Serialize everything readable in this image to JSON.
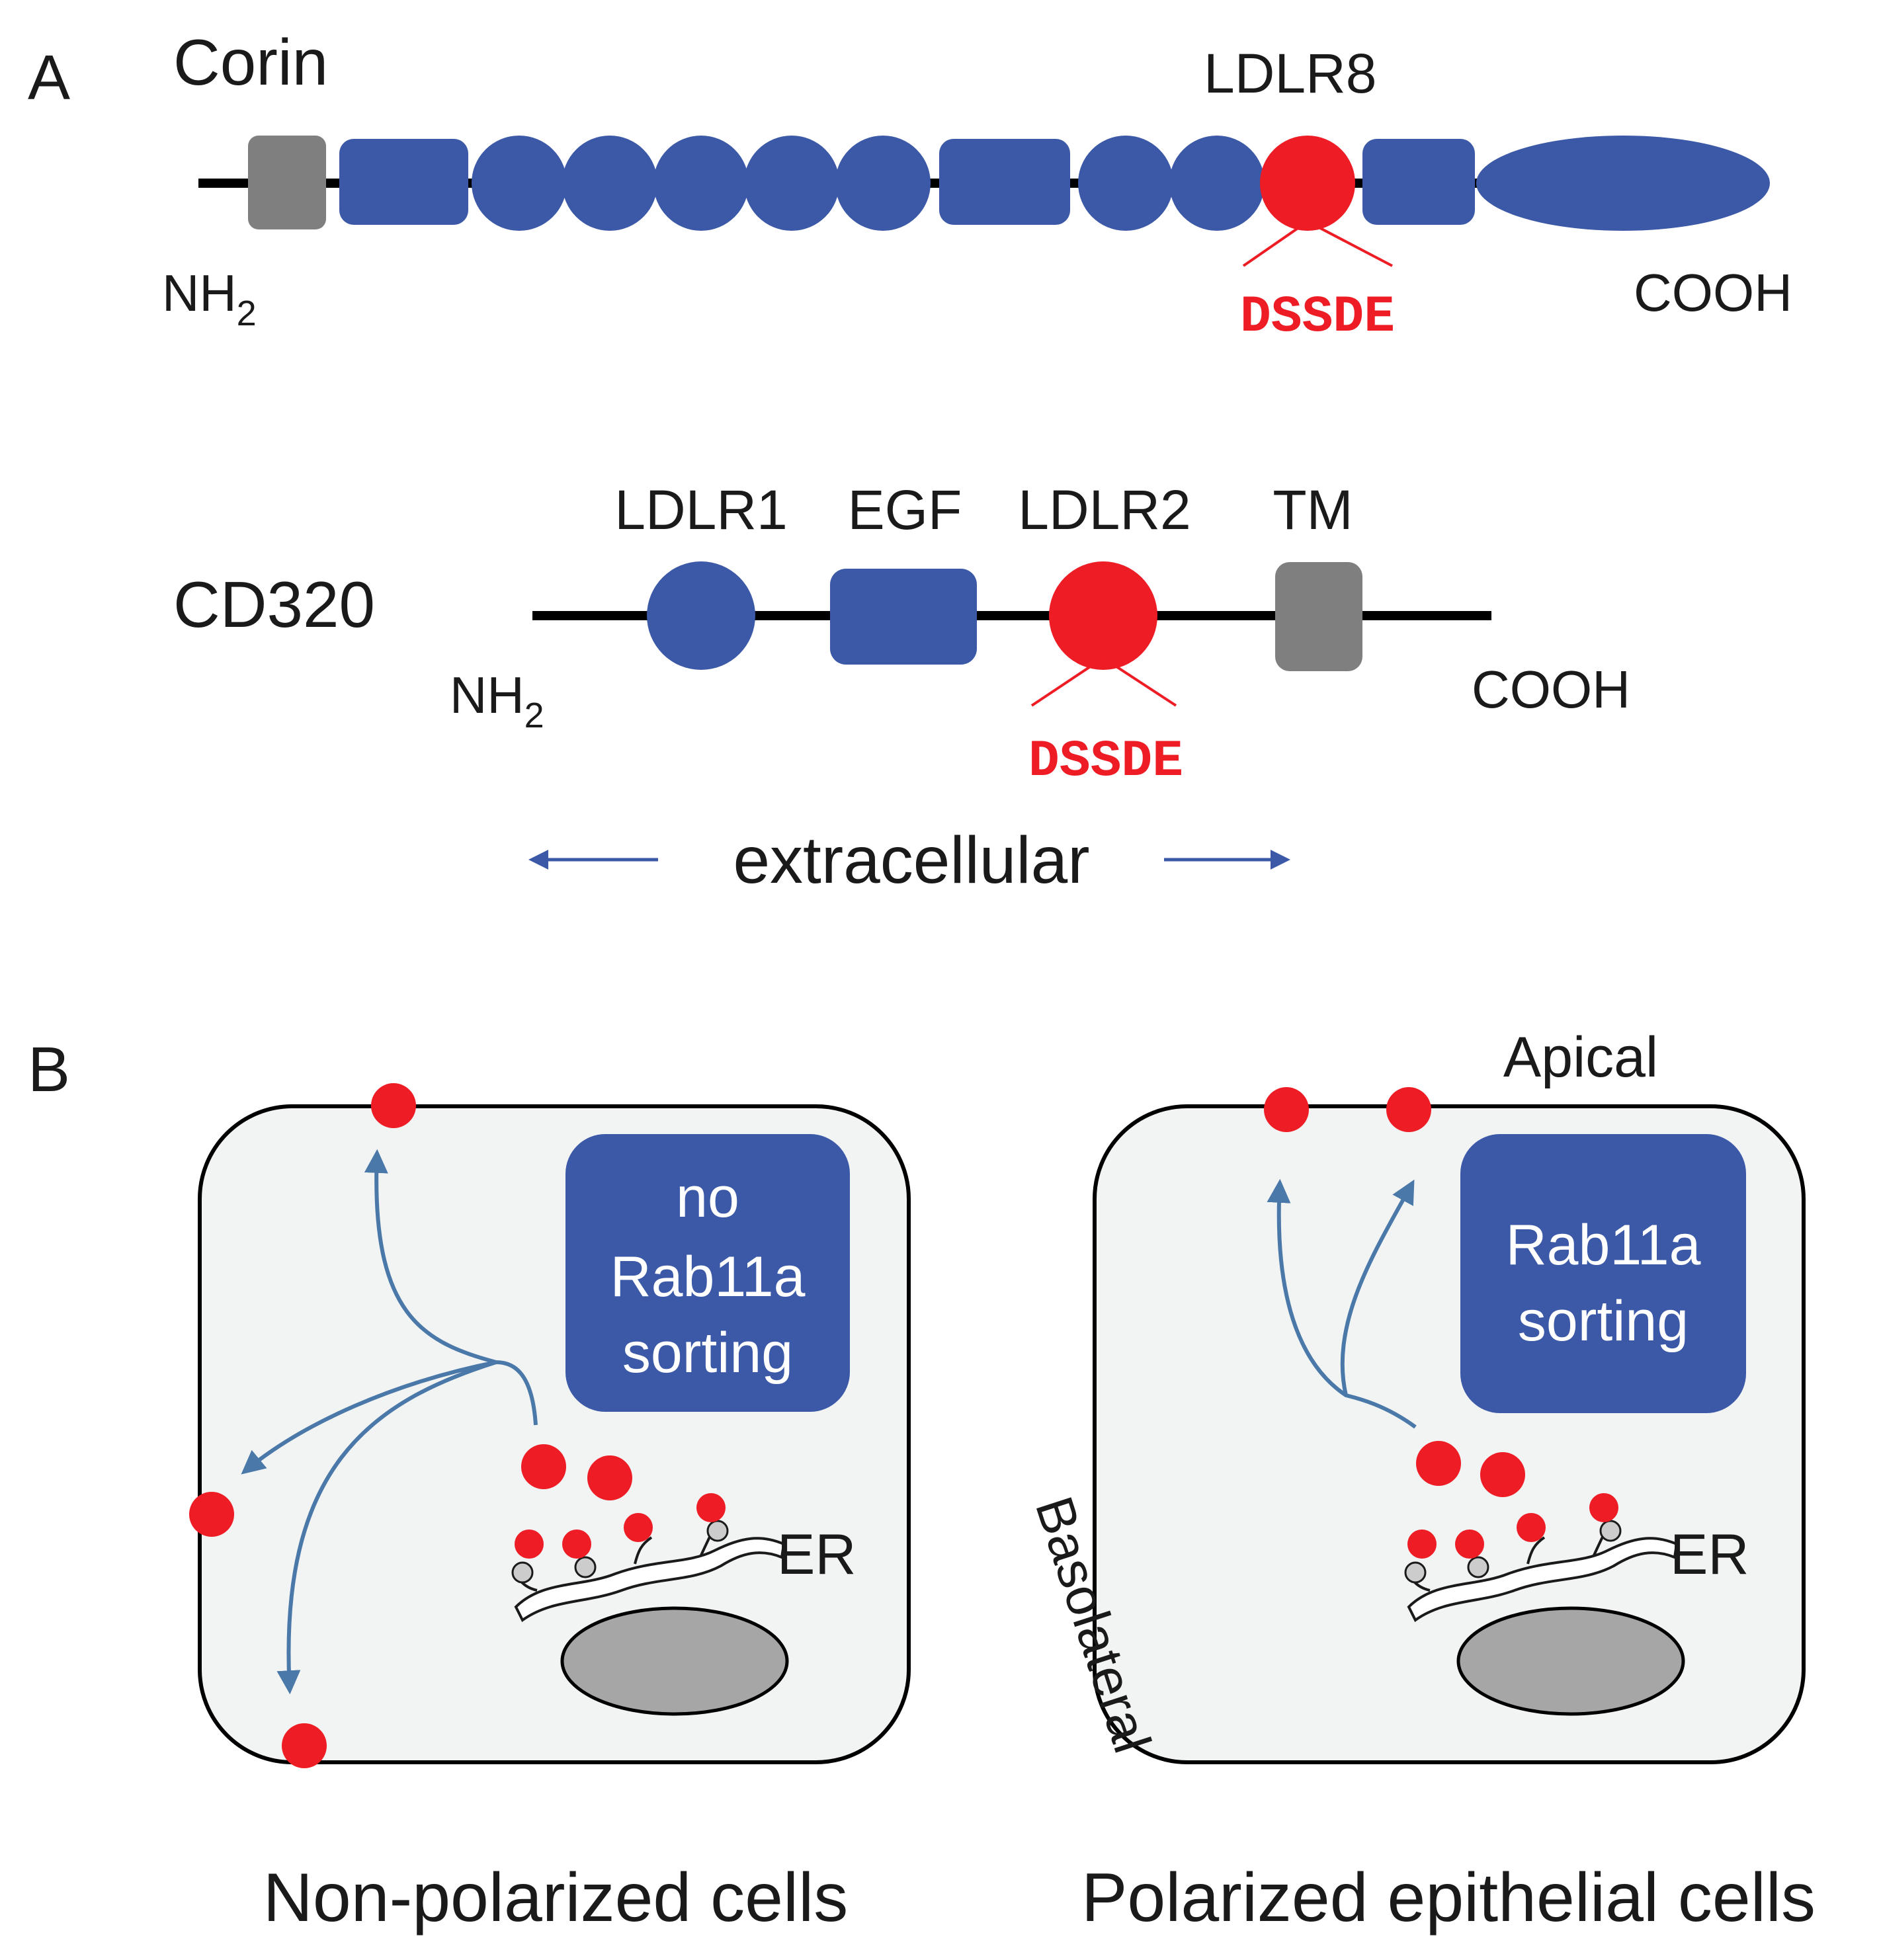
{
  "panel_a": {
    "label": "A",
    "corin": {
      "name": "Corin",
      "highlight_label": "LDLR8",
      "nterm": "NH",
      "nterm_sub": "2",
      "cterm": "COOH",
      "motif": "DSSDE"
    },
    "cd320": {
      "name": "CD320",
      "domains": [
        "LDLR1",
        "EGF",
        "LDLR2",
        "TM"
      ],
      "nterm": "NH",
      "nterm_sub": "2",
      "cterm": "COOH",
      "motif": "DSSDE"
    },
    "extracellular_label": "extracellular"
  },
  "panel_b": {
    "label": "B",
    "left_cell": {
      "box_lines": [
        "no",
        "Rab11a",
        "sorting"
      ],
      "er_label": "ER",
      "caption": "Non-polarized cells"
    },
    "right_cell": {
      "box_lines": [
        "Rab11a",
        "sorting"
      ],
      "er_label": "ER",
      "apical_label": "Apical",
      "basolateral_label": "Basolateral",
      "caption": "Polarized epithelial cells"
    }
  },
  "colors": {
    "blue_domain": "#3c59a8",
    "red_domain": "#ee1c24",
    "gray_domain": "#7f7f7f",
    "arrow_blue": "#4a78a8",
    "cell_fill": "#f2f3f3",
    "nucleus": "#a6a6a6"
  }
}
